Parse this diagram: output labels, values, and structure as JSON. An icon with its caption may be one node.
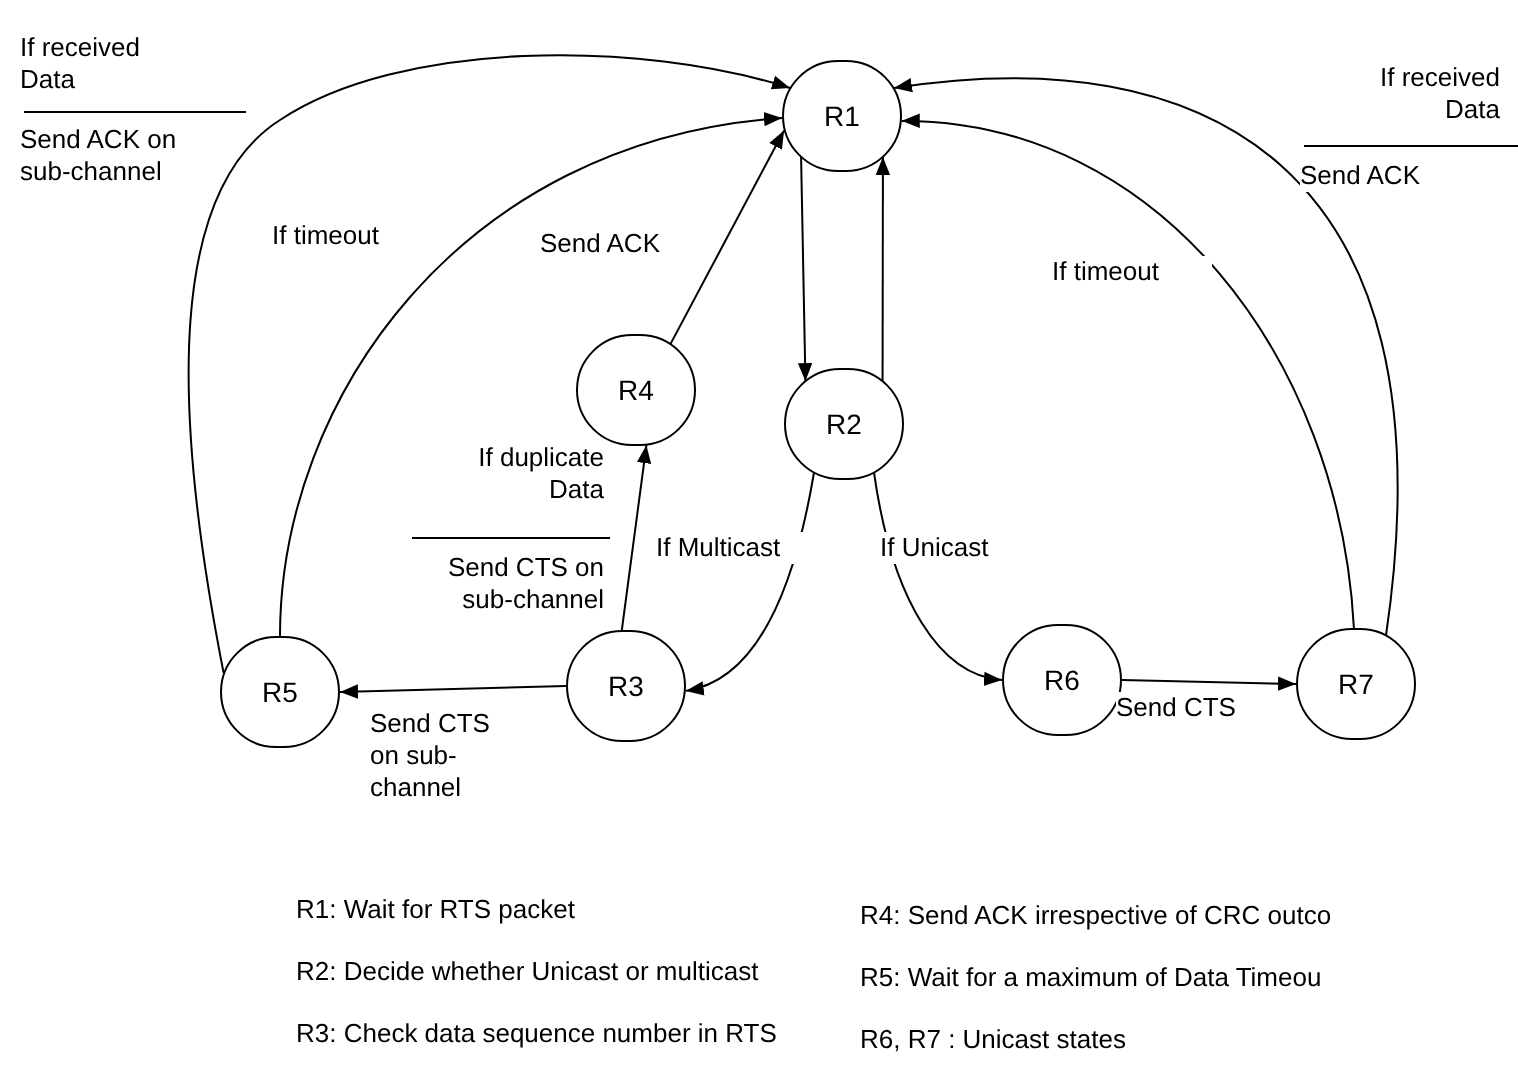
{
  "diagram": {
    "nodes": [
      {
        "text": [
          "R1"
        ]
      },
      {
        "text": [
          "R2"
        ]
      },
      {
        "text": [
          "R3"
        ]
      },
      {
        "text": [
          "R4"
        ]
      },
      {
        "text": [
          "R5"
        ]
      },
      {
        "text": [
          "R6"
        ]
      },
      {
        "text": [
          "R7"
        ]
      }
    ],
    "edges": [
      {
        "from": 0,
        "to": 1,
        "arrow": "to"
      },
      {
        "from": 1,
        "to": 0,
        "arrow": "to"
      },
      {
        "from": 1,
        "to": 2,
        "arrow": "to",
        "label": "If Multicast"
      },
      {
        "from": 1,
        "to": 5,
        "arrow": "to",
        "label": "If Unicast"
      },
      {
        "from": 2,
        "to": 3,
        "arrow": "to",
        "label": "If duplicate Data"
      },
      {
        "from": 2,
        "to": 4,
        "arrow": "to",
        "label": "Send CTS on sub-channel"
      },
      {
        "from": 3,
        "to": 0,
        "arrow": "to",
        "label": "Send ACK"
      },
      {
        "from": 4,
        "to": 0,
        "arrow": "to",
        "label": "If timeout"
      },
      {
        "from": 4,
        "to": 0,
        "arrow": "to",
        "label": "Send ACK on sub-channel"
      },
      {
        "from": 5,
        "to": 6,
        "arrow": "to",
        "label": "Send CTS"
      },
      {
        "from": 6,
        "to": 0,
        "arrow": "to",
        "label": "If timeout"
      },
      {
        "from": 6,
        "to": 0,
        "arrow": "to",
        "label": "Send ACK"
      }
    ],
    "labels": [
      "If received Data",
      "If received Data",
      "Send CTS on sub-channel",
      "R1: Wait for RTS packet",
      "R4: Send ACK irrespective of CRC outco",
      "R2: Decide whether Unicast or multicast",
      "R5: Wait for a maximum of Data Timeou",
      "R3: Check data sequence number in RTS",
      "R6, R7 : Unicast states"
    ]
  }
}
